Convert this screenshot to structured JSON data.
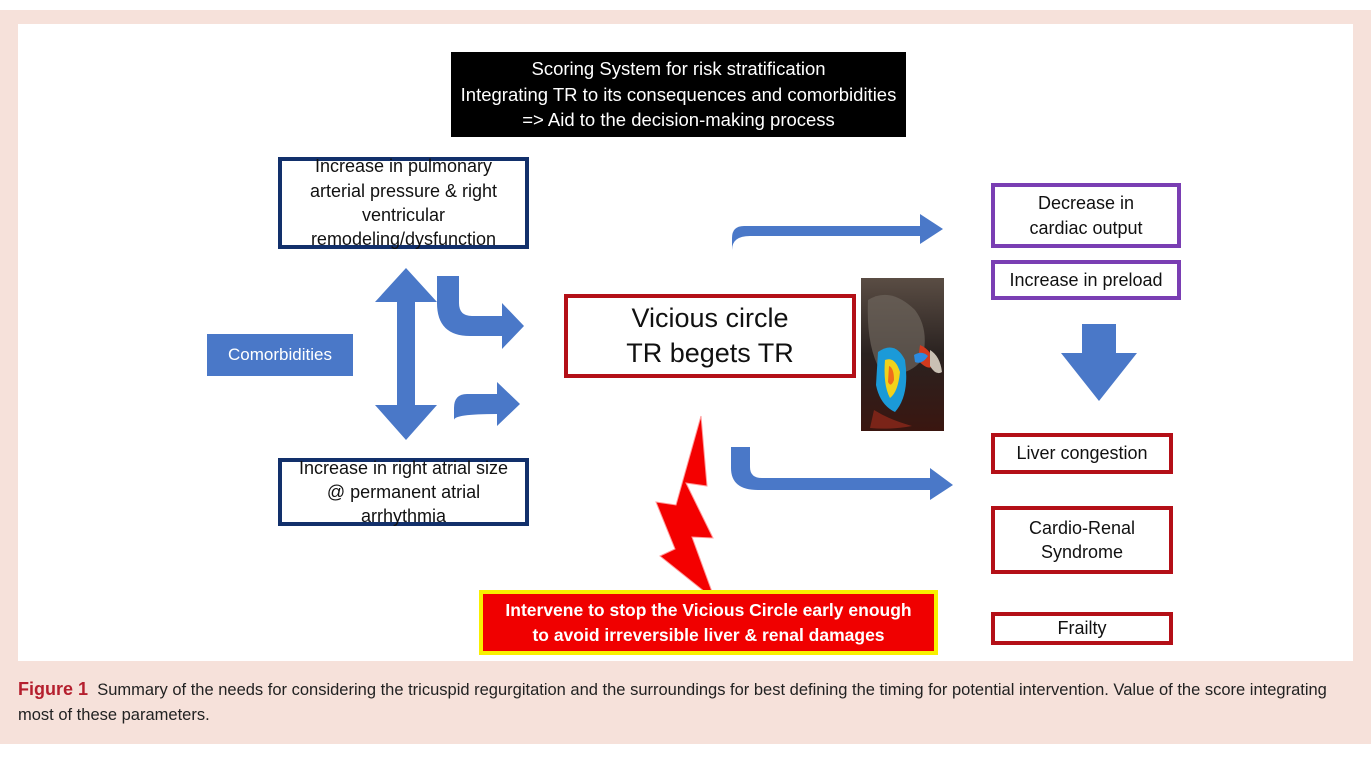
{
  "title_box": {
    "line1": "Scoring System for risk stratification",
    "line2": "Integrating TR to its consequences and comorbidities",
    "line3": "=> Aid to the decision-making process"
  },
  "boxes": {
    "pulmonary": "Increase in pulmonary arterial pressure & right ventricular remodeling/dysfunction",
    "atrial": "Increase in right atrial size @ permanent atrial arrhythmia",
    "comorbidities": "Comorbidities",
    "vicious_line1": "Vicious circle",
    "vicious_line2": "TR begets TR",
    "cardiac_output_line1": "Decrease in",
    "cardiac_output_line2": "cardiac output",
    "preload": "Increase in preload",
    "liver": "Liver congestion",
    "renal_line1": "Cardio-Renal",
    "renal_line2": "Syndrome",
    "frailty": "Frailty",
    "intervene_line1": "Intervene to stop the Vicious Circle early enough",
    "intervene_line2": "to avoid irreversible liver & renal damages"
  },
  "caption": {
    "label": "Figure 1",
    "text": "Summary of the needs for considering the tricuspid regurgitation and the surroundings for best defining the timing for potential intervention. Value of the score integrating most of these parameters."
  },
  "colors": {
    "frame": "#f6e1da",
    "arrow_blue": "#4a78c8",
    "navy_border": "#12306b",
    "purple_border": "#7a3eb3",
    "red_border": "#b40f17",
    "alert_red": "#f00000",
    "alert_yellow": "#f8f000",
    "caption_label": "#b51f2e"
  }
}
